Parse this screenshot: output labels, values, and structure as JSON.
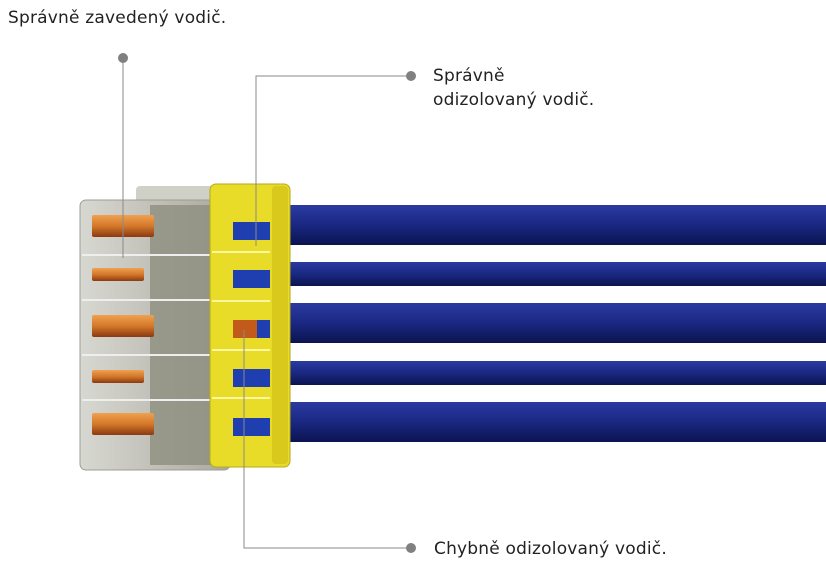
{
  "callouts": {
    "correctly_inserted": {
      "text": "Správně zavedený vodič."
    },
    "correctly_stripped": {
      "line1": "Správně",
      "line2": "odizolovaný vodič."
    },
    "incorrectly_stripped": {
      "text": "Chybně odizolovaný vodič."
    }
  },
  "colors": {
    "wire": "#1c2a86",
    "wire_dark": "#0f1a5e",
    "housing_yellow": "#e8dc28",
    "housing_clear": "#c9c9c2",
    "copper": "#d4782a",
    "leader_line": "#888888"
  },
  "connector": {
    "poles": 5,
    "faulty_pole_index": 2
  }
}
